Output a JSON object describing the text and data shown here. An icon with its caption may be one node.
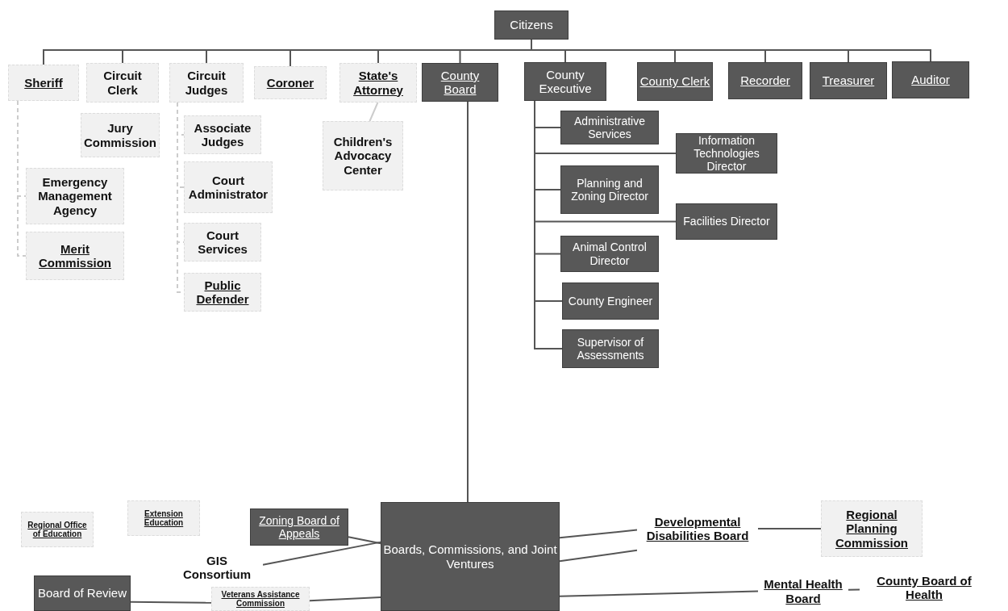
{
  "diagram": {
    "nodes": [
      {
        "text": [
          "Citizens"
        ]
      },
      {
        "text": [
          "Sheriff"
        ]
      },
      {
        "text": [
          "Circuit Clerk"
        ]
      },
      {
        "text": [
          "Circuit Judges"
        ]
      },
      {
        "text": [
          "Coroner"
        ]
      },
      {
        "text": [
          "State's Attorney"
        ]
      },
      {
        "text": [
          "County Board"
        ]
      },
      {
        "text": [
          "County Executive"
        ]
      },
      {
        "text": [
          "County Clerk"
        ]
      },
      {
        "text": [
          "Recorder"
        ]
      },
      {
        "text": [
          "Treasurer"
        ]
      },
      {
        "text": [
          "Auditor"
        ]
      },
      {
        "text": [
          "Jury Commission"
        ]
      },
      {
        "text": [
          "Emergency Management Agency"
        ]
      },
      {
        "text": [
          "Merit Commission"
        ]
      },
      {
        "text": [
          "Associate Judges"
        ]
      },
      {
        "text": [
          "Court Administrator"
        ]
      },
      {
        "text": [
          "Court Services"
        ]
      },
      {
        "text": [
          "Public Defender"
        ]
      },
      {
        "text": [
          "Children's Advocacy Center"
        ]
      },
      {
        "text": [
          "Administrative Services"
        ]
      },
      {
        "text": [
          "Information Technologies Director"
        ]
      },
      {
        "text": [
          "Planning and Zoning Director"
        ]
      },
      {
        "text": [
          "Facilities Director"
        ]
      },
      {
        "text": [
          "Animal Control Director"
        ]
      },
      {
        "text": [
          "County Engineer"
        ]
      },
      {
        "text": [
          "Supervisor of Assessments"
        ]
      },
      {
        "text": [
          "Regional Office of Education"
        ]
      },
      {
        "text": [
          "Extension Education"
        ]
      },
      {
        "text": [
          "Zoning Board of Appeals"
        ]
      },
      {
        "text": [
          "Boards, Commissions, and Joint Ventures"
        ]
      },
      {
        "text": [
          "Developmental Disabilities Board"
        ]
      },
      {
        "text": [
          "Regional Planning Commission"
        ]
      },
      {
        "text": [
          "GIS Consortium"
        ]
      },
      {
        "text": [
          "Board of Review"
        ]
      },
      {
        "text": [
          "Veterans Assistance Commission"
        ]
      },
      {
        "text": [
          "Mental Health Board"
        ]
      },
      {
        "text": [
          "County Board of Health"
        ]
      }
    ],
    "edges": [
      {
        "from": 0,
        "to": 1,
        "arrow": "none"
      },
      {
        "from": 0,
        "to": 2,
        "arrow": "none"
      },
      {
        "from": 0,
        "to": 3,
        "arrow": "none"
      },
      {
        "from": 0,
        "to": 4,
        "arrow": "none"
      },
      {
        "from": 0,
        "to": 5,
        "arrow": "none"
      },
      {
        "from": 0,
        "to": 6,
        "arrow": "none"
      },
      {
        "from": 0,
        "to": 7,
        "arrow": "none"
      },
      {
        "from": 0,
        "to": 8,
        "arrow": "none"
      },
      {
        "from": 0,
        "to": 9,
        "arrow": "none"
      },
      {
        "from": 0,
        "to": 10,
        "arrow": "none"
      },
      {
        "from": 0,
        "to": 11,
        "arrow": "none"
      },
      {
        "from": 1,
        "to": 13,
        "arrow": "none",
        "style": "dashed",
        "color": "#cccccc"
      },
      {
        "from": 1,
        "to": 14,
        "arrow": "none",
        "style": "dashed",
        "color": "#cccccc"
      },
      {
        "from": 3,
        "to": 15,
        "arrow": "none",
        "style": "dashed",
        "color": "#cccccc"
      },
      {
        "from": 3,
        "to": 16,
        "arrow": "none",
        "style": "dashed",
        "color": "#cccccc"
      },
      {
        "from": 3,
        "to": 17,
        "arrow": "none",
        "style": "dashed",
        "color": "#cccccc"
      },
      {
        "from": 3,
        "to": 18,
        "arrow": "none",
        "style": "dashed",
        "color": "#cccccc"
      },
      {
        "from": 5,
        "to": 19,
        "arrow": "none",
        "color": "#cccccc"
      },
      {
        "from": 7,
        "to": 20,
        "arrow": "none"
      },
      {
        "from": 7,
        "to": 21,
        "arrow": "none"
      },
      {
        "from": 7,
        "to": 22,
        "arrow": "none"
      },
      {
        "from": 7,
        "to": 23,
        "arrow": "none"
      },
      {
        "from": 7,
        "to": 24,
        "arrow": "none"
      },
      {
        "from": 7,
        "to": 25,
        "arrow": "none"
      },
      {
        "from": 7,
        "to": 26,
        "arrow": "none"
      },
      {
        "from": 6,
        "to": 30,
        "arrow": "none"
      },
      {
        "from": 29,
        "to": 30,
        "arrow": "none"
      },
      {
        "from": 33,
        "to": 30,
        "arrow": "none"
      },
      {
        "from": 34,
        "to": 35,
        "arrow": "none"
      },
      {
        "from": 35,
        "to": 30,
        "arrow": "none"
      },
      {
        "from": 30,
        "to": 31,
        "arrow": "none"
      },
      {
        "from": 30,
        "to": 31,
        "arrow": "none"
      },
      {
        "from": 30,
        "to": 36,
        "arrow": "none"
      },
      {
        "from": 31,
        "to": 32,
        "arrow": "none"
      },
      {
        "from": 36,
        "to": 37,
        "arrow": "none"
      }
    ]
  }
}
